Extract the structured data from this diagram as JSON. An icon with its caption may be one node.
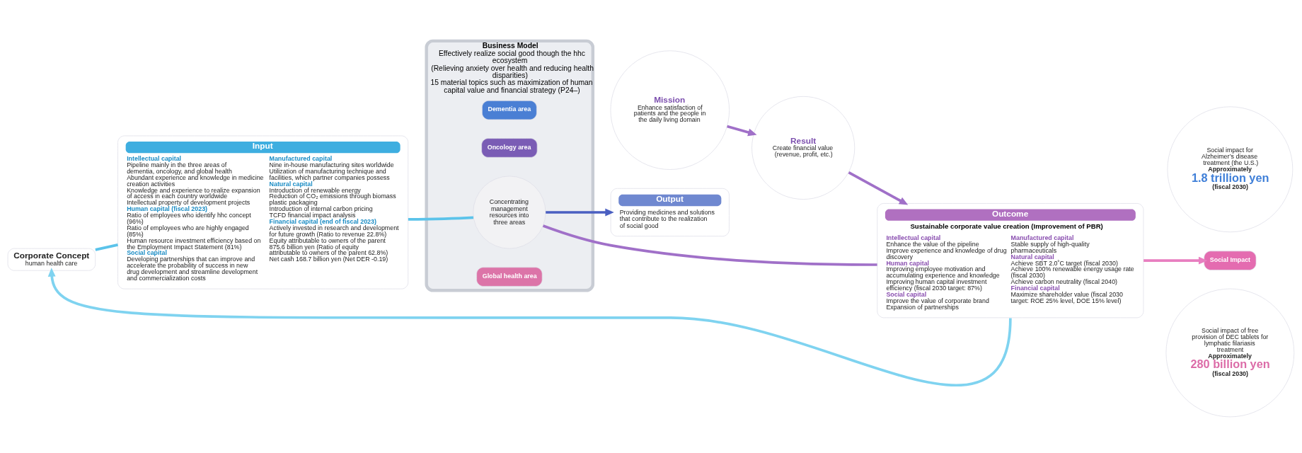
{
  "diagram": {
    "nodes": [
      {
        "text": [
          "Corporate Concept",
          "human health care"
        ]
      },
      {
        "text": [
          "Input",
          "Intellectual capital",
          "Pipeline mainly in the three areas of dementia, oncology, and global health",
          "Abundant experience and knowledge in medicine creation activities",
          "Knowledge and experience to realize expansion of access in each country worldwide",
          "Intellectual property of development projects",
          "Human capital (fiscal 2023)",
          "Ratio of employees who identify hhc concept (96%)",
          "Ratio of employees who are highly engaged (85%)",
          "Human resource investment efficiency based on the Employment Impact Statement (81%)",
          "Social capital",
          "Developing partnerships that can improve and accelerate the probability of success in new drug development and streamline development and commercialization costs",
          "Manufactured capital",
          "Nine in-house manufacturing sites worldwide",
          "Utilization of manufacturing technique and facilities, which partner companies possess",
          "Natural capital",
          "Introduction of renewable energy",
          "Reduction of CO₂ emissions through biomass plastic packaging",
          "Introduction of internal carbon pricing",
          "TCFD financial impact analysis",
          "Financial capital (end of fiscal 2023)",
          "Actively invested in research and development for future growth (Ratio to revenue 22.8%)",
          "Equity attributable to owners of the parent 875.6 billion yen (Ratio of equity attributable to owners of the parent 62.8%)",
          "Net cash 168.7 billion yen (Net DER -0.19)"
        ]
      },
      {
        "text": [
          "Business Model",
          "Effectively realize social good though the hhc ecosystem",
          "(Relieving anxiety over health and reducing health disparities)",
          "15 material topics such as maximization of human capital value and financial strategy (P24–)"
        ]
      },
      {
        "text": [
          "Dementia area"
        ],
        "in": 2
      },
      {
        "text": [
          "Oncology area"
        ],
        "in": 2
      },
      {
        "text": [
          "Concentrating management resources into three areas"
        ],
        "in": 2
      },
      {
        "text": [
          "Global health area"
        ],
        "in": 2
      },
      {
        "text": [
          "Output",
          "Providing medicines and solutions that contribute to the realization of social good"
        ]
      },
      {
        "text": [
          "Mission",
          "Enhance satisfaction of patients and the people in the daily living domain"
        ]
      },
      {
        "text": [
          "Result",
          "Create financial value (revenue, profit, etc.)"
        ]
      },
      {
        "text": [
          "Outcome",
          "Sustainable corporate value creation (Improvement of PBR)",
          "Intellectual capital",
          "Enhance the value of the pipeline",
          "Improve experience and knowledge of drug discovery",
          "Human capital",
          "Improving employee motivation and accumulating experience and knowledge",
          "Improving human capital investment efficiency (fiscal 2030 target: 87%)",
          "Social capital",
          "Improve the value of corporate brand",
          "Expansion of partnerships",
          "Manufactured capital",
          "Stable supply of high-quality pharmaceuticals",
          "Natural capital",
          "Achieve SBT 2.0˚C target (fiscal 2030)",
          "Achieve 100% renewable energy usage rate (fiscal 2030)",
          "Achieve carbon neutrality (fiscal 2040)",
          "Financial capital",
          "Maximize shareholder value (fiscal 2030 target: ROE 25% level, DOE 15% level)"
        ]
      },
      {
        "text": [
          "Social impact for Alzheimer’s disease treatment (the U.S.)",
          "Approximately",
          "1.8 trillion yen",
          "(fiscal 2030)"
        ]
      },
      {
        "text": [
          "Social Impact"
        ]
      },
      {
        "text": [
          "Social impact of free provision of DEC tablets for lymphatic filariasis treatment",
          "Approximately",
          "280 billion yen",
          "(fiscal 2030)"
        ]
      }
    ],
    "edges": [
      {
        "from": 0,
        "to": 1,
        "arrow": "none",
        "color": "#5bc3ea"
      },
      {
        "from": 1,
        "to": 5,
        "arrow": "none",
        "color": "#5bc3ea"
      },
      {
        "from": 5,
        "to": 10,
        "arrow": "none"
      },
      {
        "from": 5,
        "to": 7,
        "arrow": "to",
        "color": "#4a5fc1"
      },
      {
        "from": 8,
        "to": 9,
        "arrow": "to"
      },
      {
        "from": 9,
        "to": 10,
        "arrow": "to"
      },
      {
        "from": 10,
        "to": 12,
        "arrow": "to",
        "color": "#e87fc0"
      },
      {
        "from": 10,
        "to": 0,
        "arrow": "to",
        "color": "#7fd3f0"
      }
    ]
  }
}
